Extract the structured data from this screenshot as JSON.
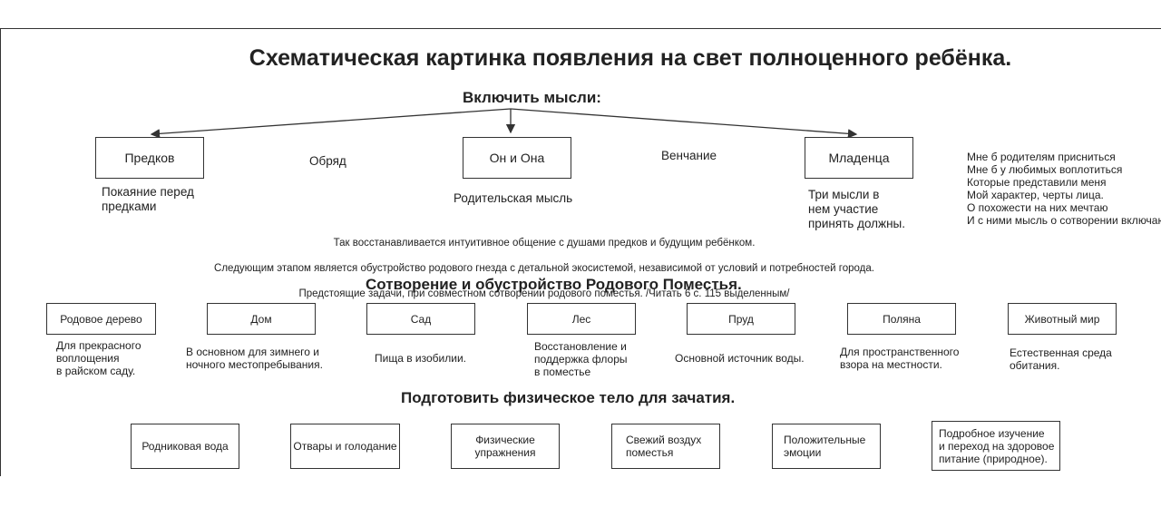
{
  "title": "Схематическая картинка появления на свет полноценного ребёнка.",
  "section1": {
    "heading": "Включить мысли:",
    "boxes": [
      "Предков",
      "Он и Она",
      "Младенца"
    ],
    "between": [
      "Обряд",
      "Венчание"
    ],
    "captions": [
      "Покаяние перед\nпредками",
      "Родительская мысль",
      "Три мысли в\nнем участие\nпринять должны."
    ],
    "side_lines": [
      "Мне б родителям присниться",
      "Мне б у любимых воплотиться",
      "Которые представили меня",
      "Мой характер, черты лица.",
      "О похожести на них мечтаю",
      "И с ними мысль о сотворении включаю"
    ],
    "paragraph": [
      "Так восстанавливается интуитивное общение с душами предков и будущим ребёнком.",
      "Следующим этапом является обустройство родового гнезда с детальной экосистемой, независимой от условий и потребностей города.",
      "Предстоящие задачи, при совместном сотворении родового поместья. /Читать 6 с. 115 выделенным/"
    ]
  },
  "section2": {
    "heading": "Сотворение и обустройство Родового Поместья.",
    "items": [
      {
        "label": "Родовое дерево",
        "caption": "Для прекрасного\nвоплощения\nв райском саду."
      },
      {
        "label": "Дом",
        "caption": "В основном для зимнего и\nночного местопребывания."
      },
      {
        "label": "Сад",
        "caption": "Пища в изобилии."
      },
      {
        "label": "Лес",
        "caption": "Восстановление и\nподдержка флоры\nв поместье"
      },
      {
        "label": "Пруд",
        "caption": "Основной источник воды."
      },
      {
        "label": "Поляна",
        "caption": "Для пространственного\nвзора на местности."
      },
      {
        "label": "Животный мир",
        "caption": "Естественная среда\nобитания."
      }
    ]
  },
  "section3": {
    "heading": "Подготовить физическое тело для зачатия.",
    "items": [
      "Родниковая вода",
      "Отвары и голодание",
      "Физические\nупражнения",
      "Свежий воздух\nпоместья",
      "Положительные\nэмоции",
      "Подробное изучение\nи переход на здоровое\nпитание (природное)."
    ]
  }
}
